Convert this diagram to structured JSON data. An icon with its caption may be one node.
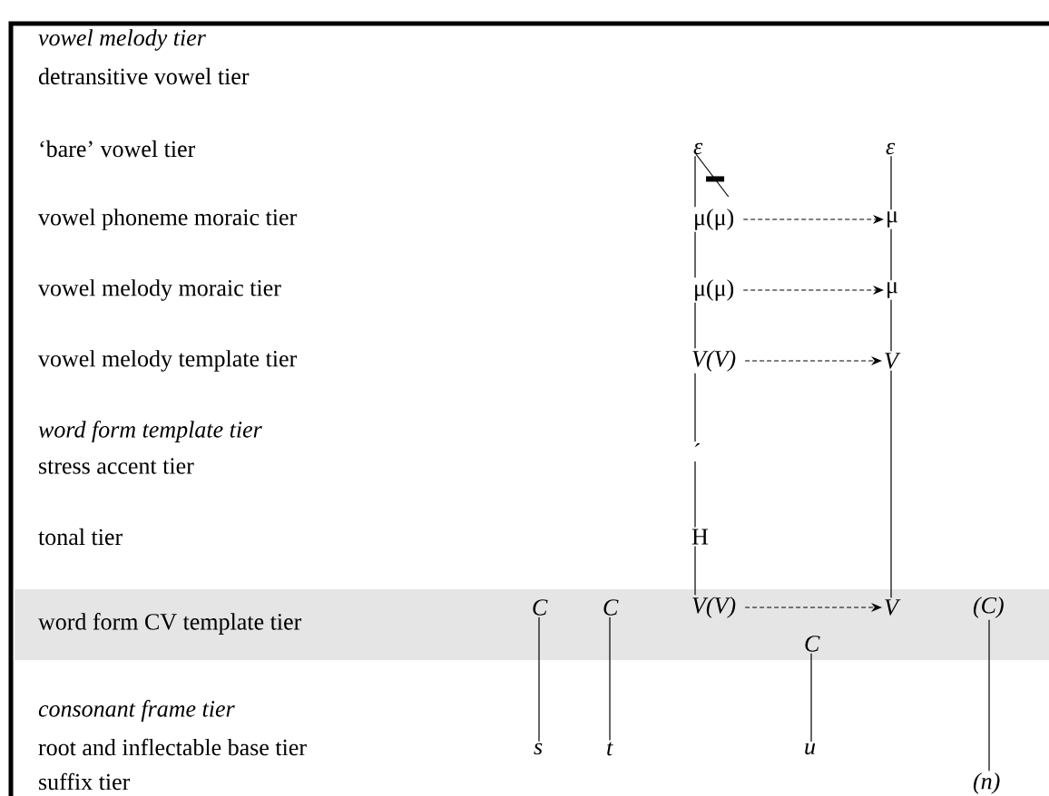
{
  "diagram": {
    "nodes": [
      {
        "text": [
          "ε"
        ]
      },
      {
        "text": [
          "ε"
        ]
      },
      {
        "text": [
          "μ(μ)"
        ]
      },
      {
        "text": [
          "μ"
        ]
      },
      {
        "text": [
          "μ(μ)"
        ]
      },
      {
        "text": [
          "μ"
        ]
      },
      {
        "text": [
          "V(V)"
        ]
      },
      {
        "text": [
          "V"
        ]
      },
      {
        "text": [
          "´"
        ]
      },
      {
        "text": [
          "H"
        ]
      },
      {
        "text": [
          "C"
        ]
      },
      {
        "text": [
          "C"
        ]
      },
      {
        "text": [
          "V(V)"
        ]
      },
      {
        "text": [
          "V"
        ]
      },
      {
        "text": [
          "(C)"
        ]
      },
      {
        "text": [
          "C"
        ]
      },
      {
        "text": [
          "s"
        ]
      },
      {
        "text": [
          "t"
        ]
      },
      {
        "text": [
          "u"
        ]
      },
      {
        "text": [
          "(n)"
        ]
      }
    ],
    "edges": [
      {
        "from": 0,
        "to": 2,
        "arrow": "none"
      },
      {
        "from": 0,
        "to": 2,
        "arrow": "none"
      },
      {
        "from": 1,
        "to": 3,
        "arrow": "none"
      },
      {
        "from": 2,
        "to": 3,
        "arrow": "to",
        "style": "dashed"
      },
      {
        "from": 2,
        "to": 4,
        "arrow": "none"
      },
      {
        "from": 3,
        "to": 5,
        "arrow": "none"
      },
      {
        "from": 4,
        "to": 5,
        "arrow": "to",
        "style": "dashed"
      },
      {
        "from": 4,
        "to": 6,
        "arrow": "none"
      },
      {
        "from": 5,
        "to": 7,
        "arrow": "none"
      },
      {
        "from": 6,
        "to": 7,
        "arrow": "to",
        "style": "dashed"
      },
      {
        "from": 6,
        "to": 8,
        "arrow": "none"
      },
      {
        "from": 8,
        "to": 9,
        "arrow": "none"
      },
      {
        "from": 9,
        "to": 12,
        "arrow": "none"
      },
      {
        "from": 7,
        "to": 13,
        "arrow": "none"
      },
      {
        "from": 12,
        "to": 13,
        "arrow": "to",
        "style": "dashed"
      },
      {
        "from": 10,
        "to": 16,
        "arrow": "none"
      },
      {
        "from": 11,
        "to": 17,
        "arrow": "none"
      },
      {
        "from": 15,
        "to": 18,
        "arrow": "none"
      },
      {
        "from": 14,
        "to": 19,
        "arrow": "none"
      }
    ],
    "labels": [
      "vowel melody tier",
      "detransitive vowel tier",
      "‘bare’ vowel tier",
      "vowel phoneme moraic tier",
      "vowel melody moraic tier",
      "vowel melody template tier",
      "word form template tier",
      "stress accent tier",
      "tonal tier",
      "word form CV template tier",
      "consonant frame tier",
      "root and inflectable base tier",
      "suffix tier"
    ]
  }
}
